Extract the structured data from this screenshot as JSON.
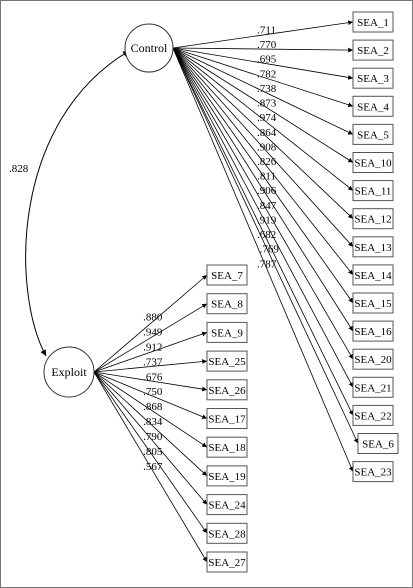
{
  "factors": [
    {
      "name": "Control"
    },
    {
      "name": "Exploit"
    }
  ],
  "correlation": ".828",
  "control_indicators": [
    {
      "item": "SEA_1",
      "loading": ".711"
    },
    {
      "item": "SEA_2",
      "loading": ".770"
    },
    {
      "item": "SEA_3",
      "loading": ".695"
    },
    {
      "item": "SEA_4",
      "loading": ".782"
    },
    {
      "item": "SEA_5",
      "loading": ".738"
    },
    {
      "item": "SEA_10",
      "loading": ".873"
    },
    {
      "item": "SEA_11",
      "loading": ".974"
    },
    {
      "item": "SEA_12",
      "loading": ".864"
    },
    {
      "item": "SEA_13",
      "loading": ".908"
    },
    {
      "item": "SEA_14",
      "loading": ".826"
    },
    {
      "item": "SEA_15",
      "loading": ".811"
    },
    {
      "item": "SEA_16",
      "loading": ".906"
    },
    {
      "item": "SEA_20",
      "loading": ".847"
    },
    {
      "item": "SEA_21",
      "loading": ".919"
    },
    {
      "item": "SEA_22",
      "loading": ".682"
    },
    {
      "item": "SEA_6",
      "loading": ".769"
    },
    {
      "item": "SEA_23",
      "loading": ".787"
    }
  ],
  "exploit_indicators": [
    {
      "item": "SEA_7",
      "loading": ".880"
    },
    {
      "item": "SEA_8",
      "loading": ".949"
    },
    {
      "item": "SEA_9",
      "loading": ".912"
    },
    {
      "item": "SEA_25",
      "loading": ".737"
    },
    {
      "item": "SEA_26",
      "loading": ".676"
    },
    {
      "item": "SEA_17",
      "loading": ".750"
    },
    {
      "item": "SEA_18",
      "loading": ".868"
    },
    {
      "item": "SEA_19",
      "loading": ".834"
    },
    {
      "item": "SEA_24",
      "loading": ".790"
    },
    {
      "item": "SEA_28",
      "loading": ".805"
    },
    {
      "item": "SEA_27",
      "loading": ".567"
    }
  ],
  "colors": {
    "line": "#000000",
    "box_border": "#555555",
    "background": "#ffffff"
  }
}
